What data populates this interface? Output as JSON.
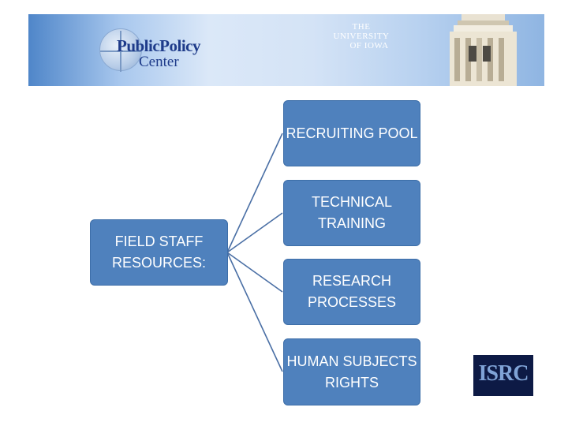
{
  "banner": {
    "logo_line1": "PublicPolicy",
    "logo_line2": "Center",
    "university_line1": "THE UNIVERSITY",
    "university_line2": "OF IOWA"
  },
  "diagram": {
    "root_label": "FIELD STAFF RESOURCES:",
    "children": [
      "RECRUITING POOL",
      "TECHNICAL TRAINING",
      "RESEARCH PROCESSES",
      "HUMAN SUBJECTS RIGHTS"
    ]
  },
  "footer_logo": "ISRC",
  "colors": {
    "box_fill": "#4f81bd",
    "connector": "#4a6fa5",
    "banner_blue": "#4f86c9"
  }
}
